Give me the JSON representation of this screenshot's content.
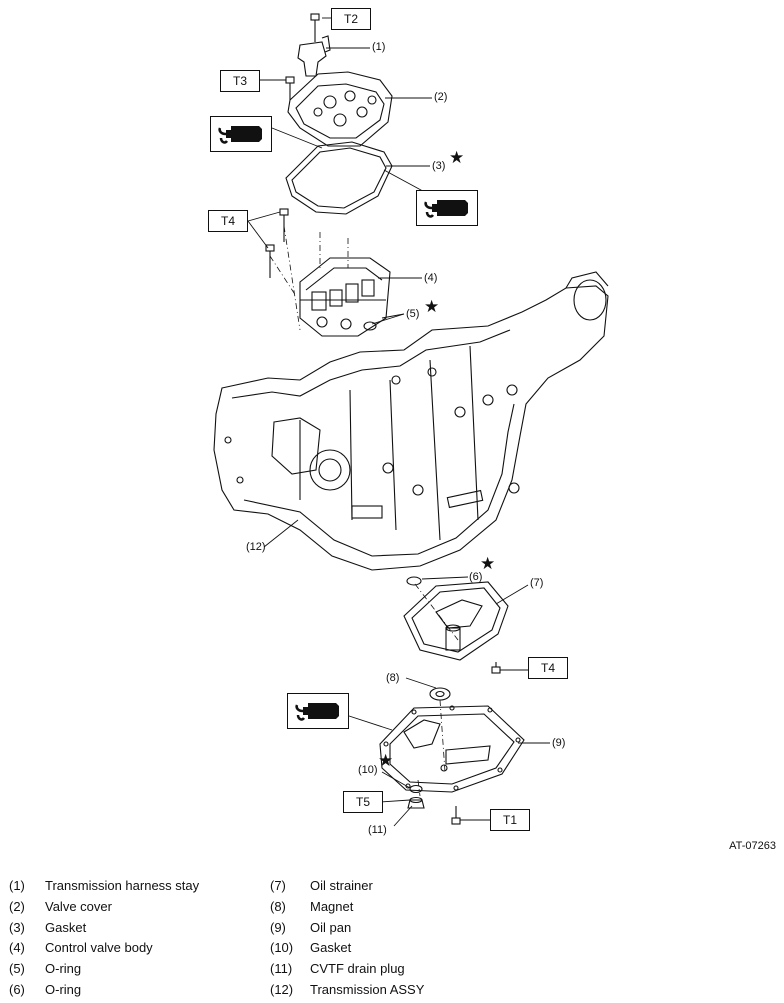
{
  "figure_id": "AT-07263",
  "torque_labels": [
    "T2",
    "T3",
    "T4",
    "T4",
    "T5",
    "T1"
  ],
  "callouts": [
    "(1)",
    "(2)",
    "(3)",
    "(4)",
    "(5)",
    "(6)",
    "(7)",
    "(8)",
    "(9)",
    "(10)",
    "(11)",
    "(12)"
  ],
  "legend_left": [
    {
      "num": "(1)",
      "label": "Transmission harness stay"
    },
    {
      "num": "(2)",
      "label": "Valve cover"
    },
    {
      "num": "(3)",
      "label": "Gasket"
    },
    {
      "num": "(4)",
      "label": "Control valve body"
    },
    {
      "num": "(5)",
      "label": "O-ring"
    },
    {
      "num": "(6)",
      "label": "O-ring"
    }
  ],
  "legend_right": [
    {
      "num": "(7)",
      "label": "Oil strainer"
    },
    {
      "num": "(8)",
      "label": "Magnet"
    },
    {
      "num": "(9)",
      "label": "Oil pan"
    },
    {
      "num": "(10)",
      "label": "Gasket"
    },
    {
      "num": "(11)",
      "label": "CVTF drain plug"
    },
    {
      "num": "(12)",
      "label": "Transmission ASSY"
    }
  ],
  "star_symbol": "★",
  "icons": [
    "sealant-icon"
  ]
}
